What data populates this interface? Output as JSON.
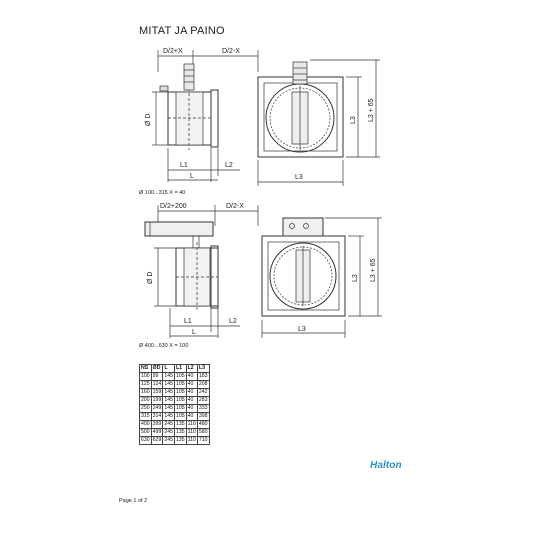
{
  "title": "MITAT JA PAINO",
  "drawing1": {
    "top_left_dim": "D/2+X",
    "top_right_dim": "D/2-X",
    "diameter_label": "Ø D",
    "l1": "L1",
    "l2": "L2",
    "l": "L",
    "l3_h": "L3",
    "l3_v": "L3",
    "l3_plus": "L3 + 65",
    "note": "Ø 100...315 X = 40"
  },
  "drawing2": {
    "top_left_dim": "D/2+200",
    "top_right_dim": "D/2-X",
    "diameter_label": "Ø D",
    "l1": "L1",
    "l2": "L2",
    "l": "L",
    "l3_h": "L3",
    "l3_v": "L3",
    "l3_plus": "L3 + 65",
    "note": "Ø 400...630 X = 100"
  },
  "table": {
    "headers": [
      "NS",
      "ØD",
      "L",
      "L1",
      "L2",
      "L3"
    ],
    "rows": [
      [
        "100",
        "99",
        "145",
        "105",
        "40",
        "183"
      ],
      [
        "125",
        "124",
        "145",
        "105",
        "40",
        "208"
      ],
      [
        "160",
        "159",
        "145",
        "105",
        "40",
        "242"
      ],
      [
        "200",
        "199",
        "145",
        "105",
        "40",
        "283"
      ],
      [
        "250",
        "249",
        "145",
        "105",
        "40",
        "333"
      ],
      [
        "315",
        "314",
        "145",
        "105",
        "40",
        "398"
      ],
      [
        "400",
        "399",
        "245",
        "135",
        "110",
        "480"
      ],
      [
        "500",
        "499",
        "245",
        "135",
        "110",
        "580"
      ],
      [
        "630",
        "629",
        "245",
        "135",
        "110",
        "710"
      ]
    ]
  },
  "logo": "Halton",
  "footer": "Page 1 of 2"
}
